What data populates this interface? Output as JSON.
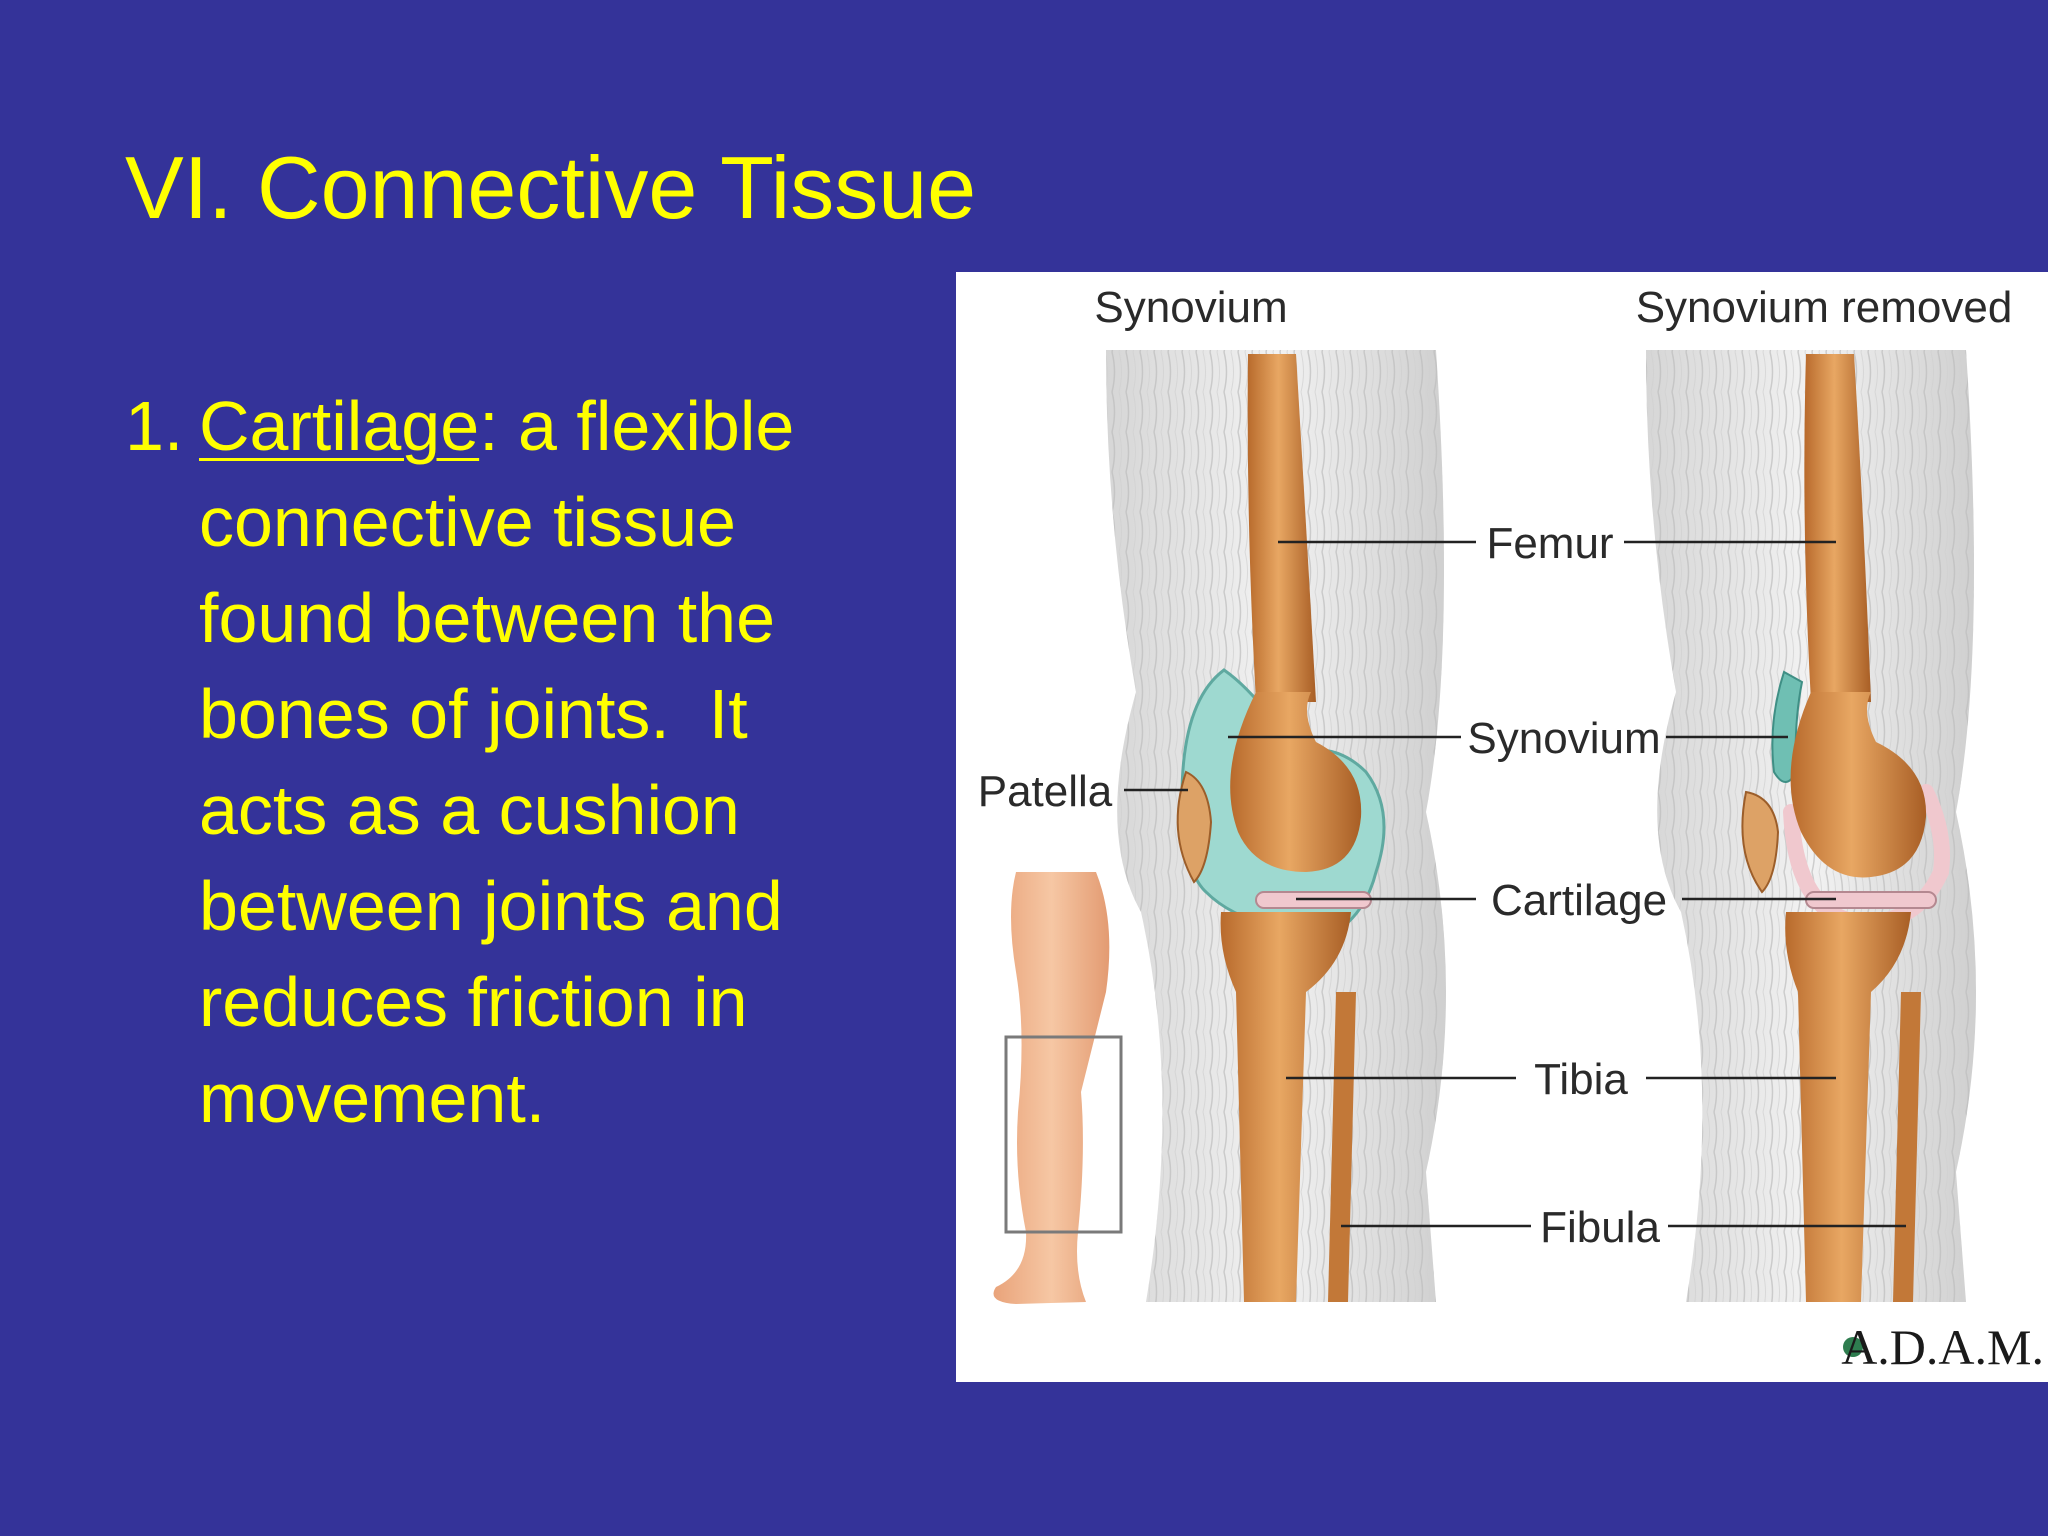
{
  "slide": {
    "title": "VI. Connective Tissue",
    "item_number": "1.",
    "term": "Cartilage",
    "definition_first": ": a flexible",
    "definition_lines": [
      "connective tissue",
      "found between the",
      "bones of joints.  It",
      "acts as a cushion",
      "between joints and",
      "reduces friction in",
      "movement."
    ]
  },
  "figure": {
    "panel_left_title": "Synovium",
    "panel_right_title": "Synovium removed",
    "labels": {
      "femur": "Femur",
      "synovium": "Synovium",
      "patella": "Patella",
      "cartilage": "Cartilage",
      "tibia": "Tibia",
      "fibula": "Fibula"
    },
    "logo": "A.D.A.M."
  },
  "colors": {
    "background": "#343399",
    "text": "#FFFF00",
    "bone": "#D9954F",
    "synovium": "#9ED9D0",
    "cartilage": "#F0C8CE"
  }
}
